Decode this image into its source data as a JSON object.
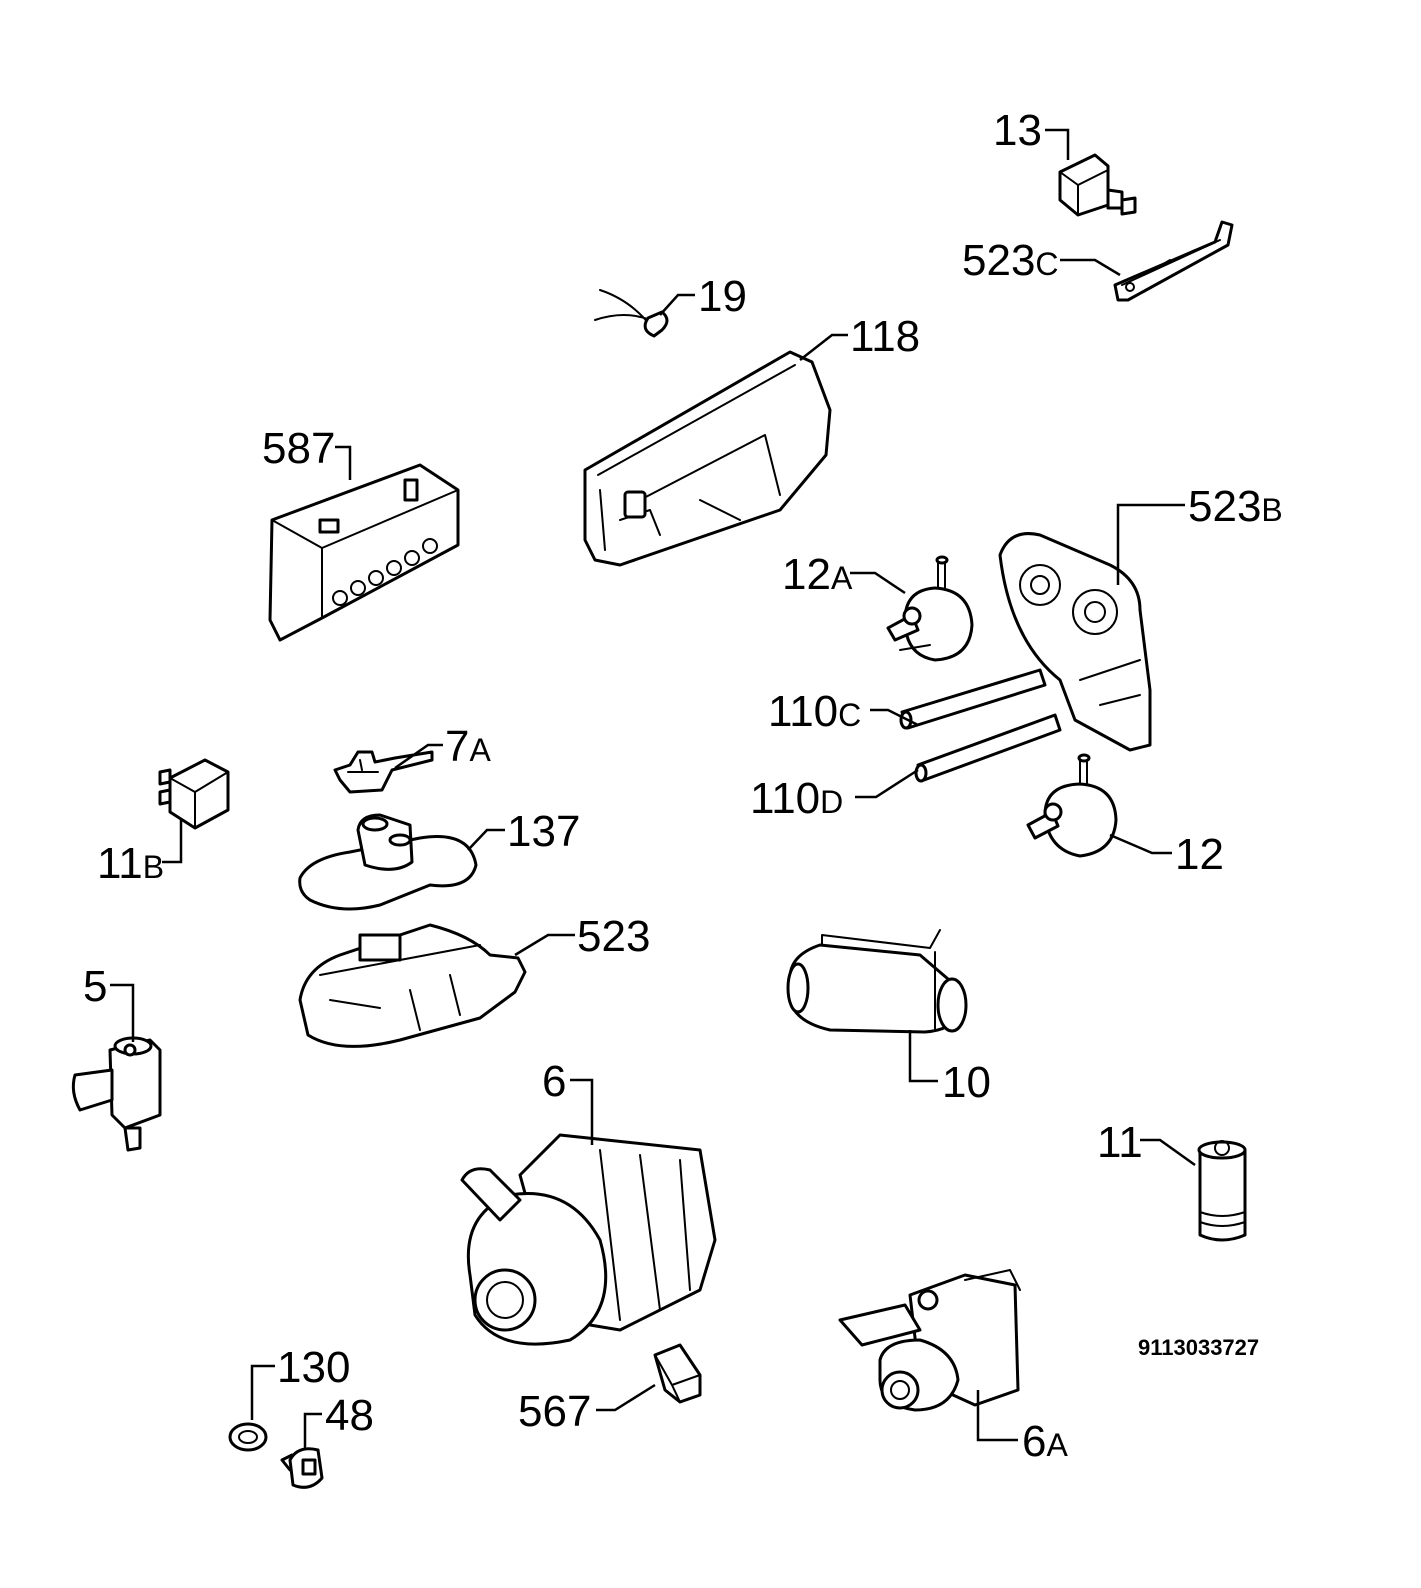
{
  "diagram": {
    "document_number": "9113033727",
    "callouts": [
      {
        "id": "13",
        "num": "13",
        "suffix": ""
      },
      {
        "id": "523C",
        "num": "523",
        "suffix": "C"
      },
      {
        "id": "19",
        "num": "19",
        "suffix": ""
      },
      {
        "id": "118",
        "num": "118",
        "suffix": ""
      },
      {
        "id": "587",
        "num": "587",
        "suffix": ""
      },
      {
        "id": "523B",
        "num": "523",
        "suffix": "B"
      },
      {
        "id": "12A",
        "num": "12",
        "suffix": "A"
      },
      {
        "id": "110C",
        "num": "110",
        "suffix": "C"
      },
      {
        "id": "110D",
        "num": "110",
        "suffix": "D"
      },
      {
        "id": "12",
        "num": "12",
        "suffix": ""
      },
      {
        "id": "7A",
        "num": "7",
        "suffix": "A"
      },
      {
        "id": "137",
        "num": "137",
        "suffix": ""
      },
      {
        "id": "11B",
        "num": "11",
        "suffix": "B"
      },
      {
        "id": "523",
        "num": "523",
        "suffix": ""
      },
      {
        "id": "5",
        "num": "5",
        "suffix": ""
      },
      {
        "id": "10",
        "num": "10",
        "suffix": ""
      },
      {
        "id": "6",
        "num": "6",
        "suffix": ""
      },
      {
        "id": "11",
        "num": "11",
        "suffix": ""
      },
      {
        "id": "130",
        "num": "130",
        "suffix": ""
      },
      {
        "id": "48",
        "num": "48",
        "suffix": ""
      },
      {
        "id": "567",
        "num": "567",
        "suffix": ""
      },
      {
        "id": "6A",
        "num": "6",
        "suffix": "A"
      }
    ]
  }
}
